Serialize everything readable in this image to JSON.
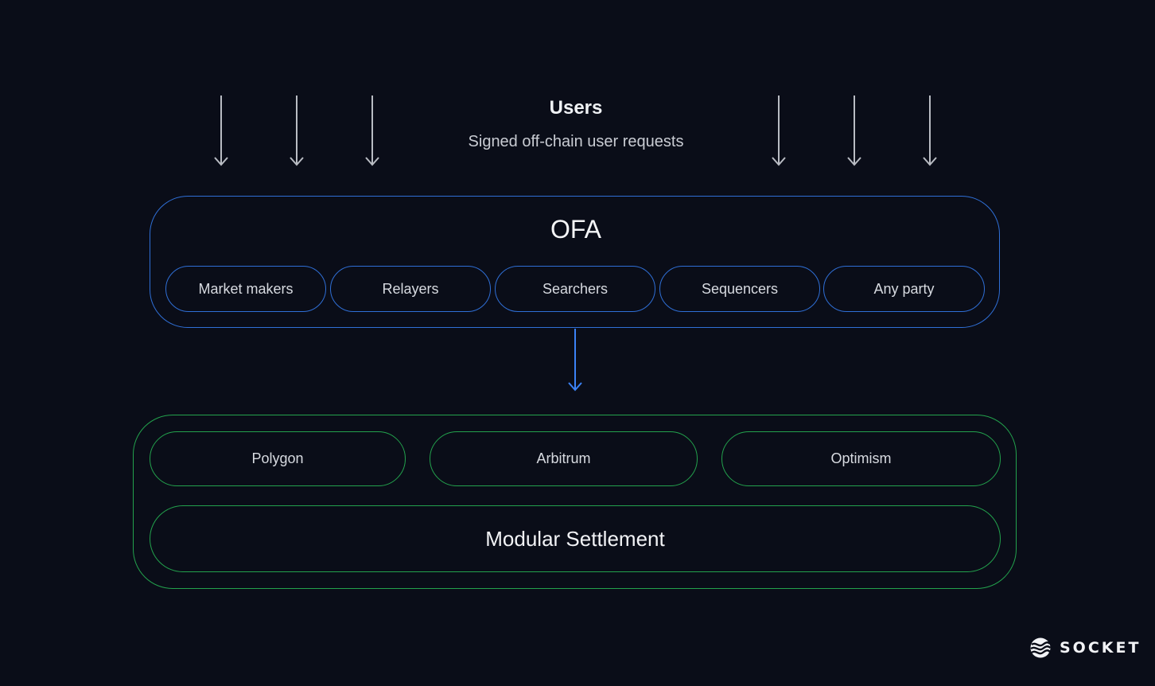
{
  "users": {
    "title": "Users",
    "subtitle": "Signed off-chain user requests"
  },
  "ofa": {
    "title": "OFA",
    "participants": [
      "Market makers",
      "Relayers",
      "Searchers",
      "Sequencers",
      "Any party"
    ]
  },
  "settlement": {
    "chains": [
      "Polygon",
      "Arbitrum",
      "Optimism"
    ],
    "title": "Modular Settlement"
  },
  "brand": {
    "name": "SOCKET",
    "logo_icon": "socket-wave-icon"
  },
  "colors": {
    "background": "#0a0d18",
    "ofa_border": "#2f6fd6",
    "settlement_border": "#23a24d",
    "user_arrow": "#b9bcc3",
    "flow_arrow": "#3b82f6"
  }
}
